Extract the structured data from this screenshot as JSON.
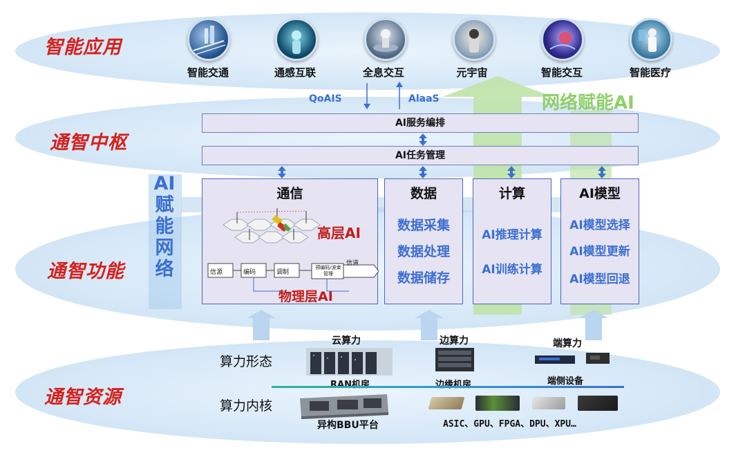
{
  "layers": [
    {
      "label": "智能应用"
    },
    {
      "label": "通智中枢"
    },
    {
      "label": "通智功能"
    },
    {
      "label": "通智资源"
    }
  ],
  "apps": [
    {
      "label": "智能交通",
      "icon": "traffic-icon"
    },
    {
      "label": "通感互联",
      "icon": "sensing-icon"
    },
    {
      "label": "全息交互",
      "icon": "holographic-icon"
    },
    {
      "label": "元宇宙",
      "icon": "metaverse-icon"
    },
    {
      "label": "智能交互",
      "icon": "interaction-icon"
    },
    {
      "label": "智能医疗",
      "icon": "medical-icon"
    }
  ],
  "hub": {
    "qoais": "QoAIS",
    "alaas": "AlaaS",
    "orchestration": "AI服务编排",
    "task_mgmt": "AI任务管理",
    "network_ai": "网络赋能AI"
  },
  "side": {
    "chars": [
      "AI",
      "赋",
      "能",
      "网",
      "络"
    ]
  },
  "functions": {
    "comm": {
      "title": "通信",
      "high_layer": "高层AI",
      "physical_layer": "物理层AI",
      "chain": [
        "信源",
        "编码",
        "调制",
        "预编码/波束管理"
      ],
      "channel": "信道"
    },
    "data": {
      "title": "数据",
      "items": [
        "数据采集",
        "数据处理",
        "数据储存"
      ]
    },
    "compute": {
      "title": "计算",
      "items": [
        "AI推理计算",
        "AI训练计算"
      ]
    },
    "model": {
      "title": "AI模型",
      "items": [
        "AI模型选择",
        "AI模型更新",
        "AI模型回退"
      ]
    }
  },
  "resources": {
    "form_label": "算力形态",
    "core_label": "算力内核",
    "cloud": {
      "title": "云算力",
      "caption": "RAN机房"
    },
    "edge": {
      "title": "边算力",
      "caption": "边缘机房"
    },
    "end": {
      "title": "端算力",
      "caption": "端侧设备"
    },
    "bbu": "异构BBU平台",
    "chips": "ASIC、GPU、FPGA、DPU、XPU…"
  },
  "colors": {
    "layer_label": "#d6201c",
    "accent_blue": "#3b6fd0",
    "green": "#8fcf6a",
    "box_fill": "#e6e3f3"
  }
}
